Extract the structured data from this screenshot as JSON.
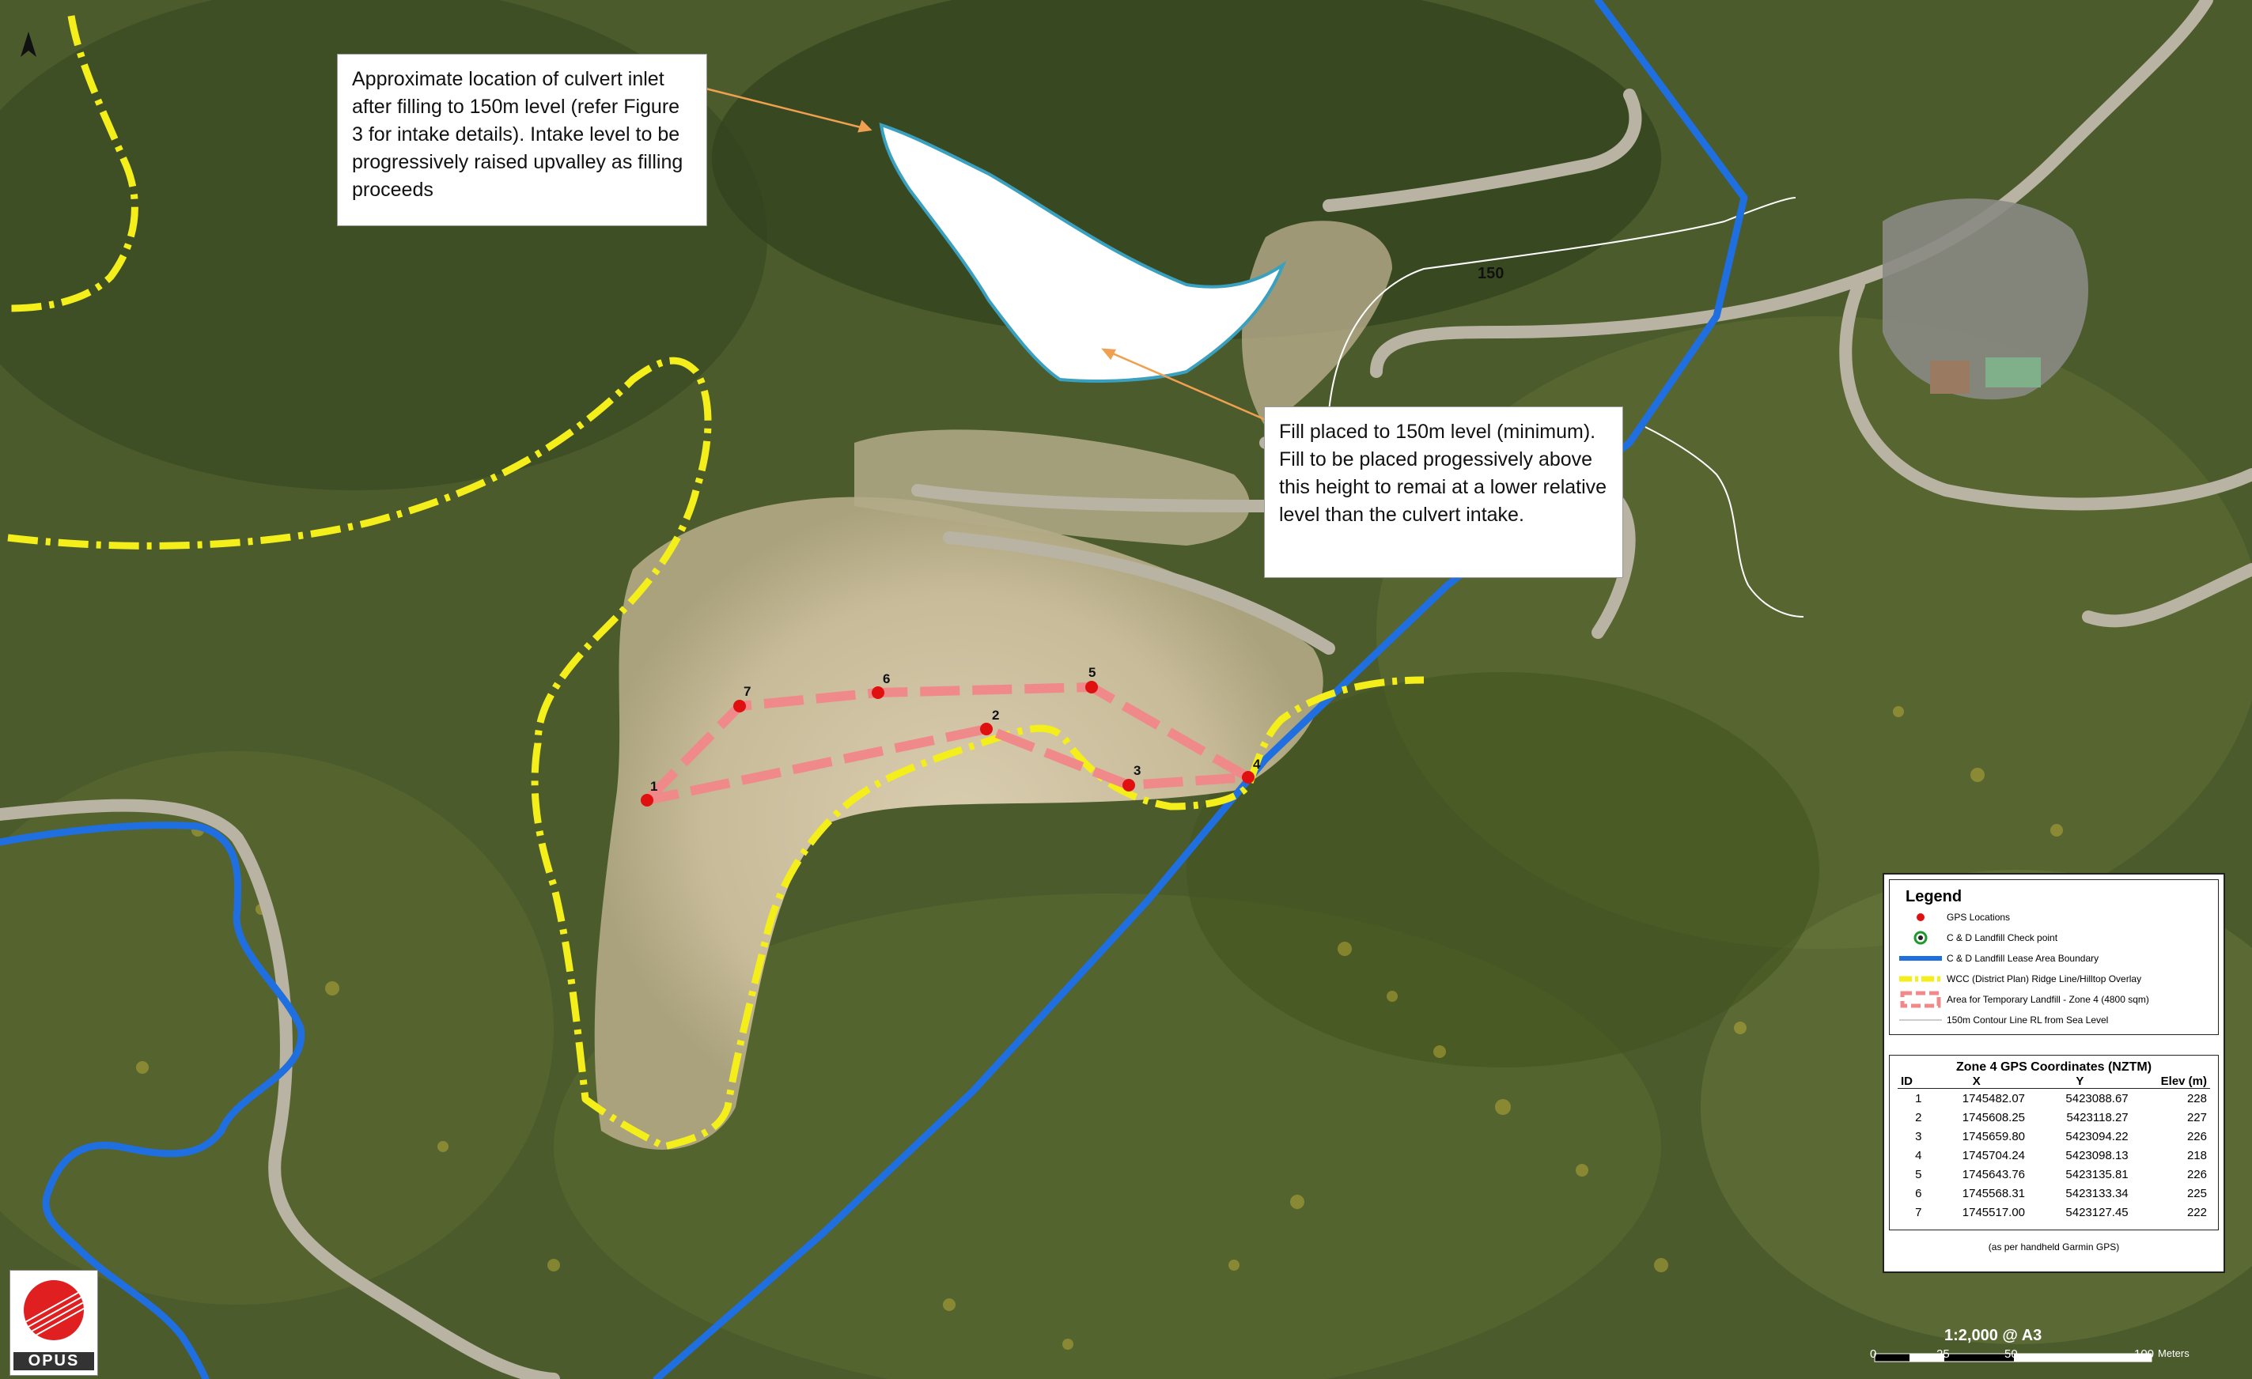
{
  "callouts": {
    "culvert": "Approximate location of culvert inlet  after filling to 150m level (refer Figure 3 for intake details). Intake level to be progressively raised upvalley as filling proceeds",
    "fill": "Fill placed to 150m level (minimum).  Fill to be placed progessively above this height to remai at a lower relative level than the culvert intake."
  },
  "contour_label": "150",
  "point_labels": [
    "1",
    "2",
    "3",
    "4",
    "5",
    "6",
    "7"
  ],
  "legend": {
    "title": "Legend",
    "items": [
      {
        "label": "GPS Locations",
        "icon": "red-dot-icon"
      },
      {
        "label": "C & D Landfill Check point",
        "icon": "green-ring-icon"
      },
      {
        "label": "C & D Landfill Lease Area Boundary",
        "icon": "blue-line-icon"
      },
      {
        "label": "WCC (District Plan) Ridge Line/Hilltop Overlay",
        "icon": "yellow-dashed-line-icon"
      },
      {
        "label": "Area for Temporary Landfill - Zone 4 (4800 sqm)",
        "icon": "pink-dashed-area-icon"
      },
      {
        "label": "150m Contour Line RL from Sea Level",
        "icon": "white-line-icon"
      }
    ]
  },
  "coords_table": {
    "title": "Zone 4 GPS Coordinates (NZTM)",
    "headers": [
      "ID",
      "X",
      "Y",
      "Elev (m)"
    ],
    "rows": [
      [
        "1",
        "1745482.07",
        "5423088.67",
        "228"
      ],
      [
        "2",
        "1745608.25",
        "5423118.27",
        "227"
      ],
      [
        "3",
        "1745659.80",
        "5423094.22",
        "226"
      ],
      [
        "4",
        "1745704.24",
        "5423098.13",
        "218"
      ],
      [
        "5",
        "1745643.76",
        "5423135.81",
        "226"
      ],
      [
        "6",
        "1745568.31",
        "5423133.34",
        "225"
      ],
      [
        "7",
        "1745517.00",
        "5423127.45",
        "222"
      ]
    ],
    "note": "(as per handheld Garmin GPS)"
  },
  "scale": {
    "ratio_text": "1:2,000 @ A3",
    "ticks": [
      "0",
      "25",
      "50",
      "100"
    ],
    "unit": "Meters"
  },
  "logo_text": "OPUS",
  "colors": {
    "lease_boundary": "#1f6fe0",
    "ridge_overlay": "#f4ee1a",
    "landfill_zone": "#f08a8a",
    "gps_point": "#e01010",
    "contour": "#ffffff",
    "callout_arrow": "#f0a050",
    "culvert_area": "#ffffff",
    "culvert_outline": "#3aa0c0"
  }
}
